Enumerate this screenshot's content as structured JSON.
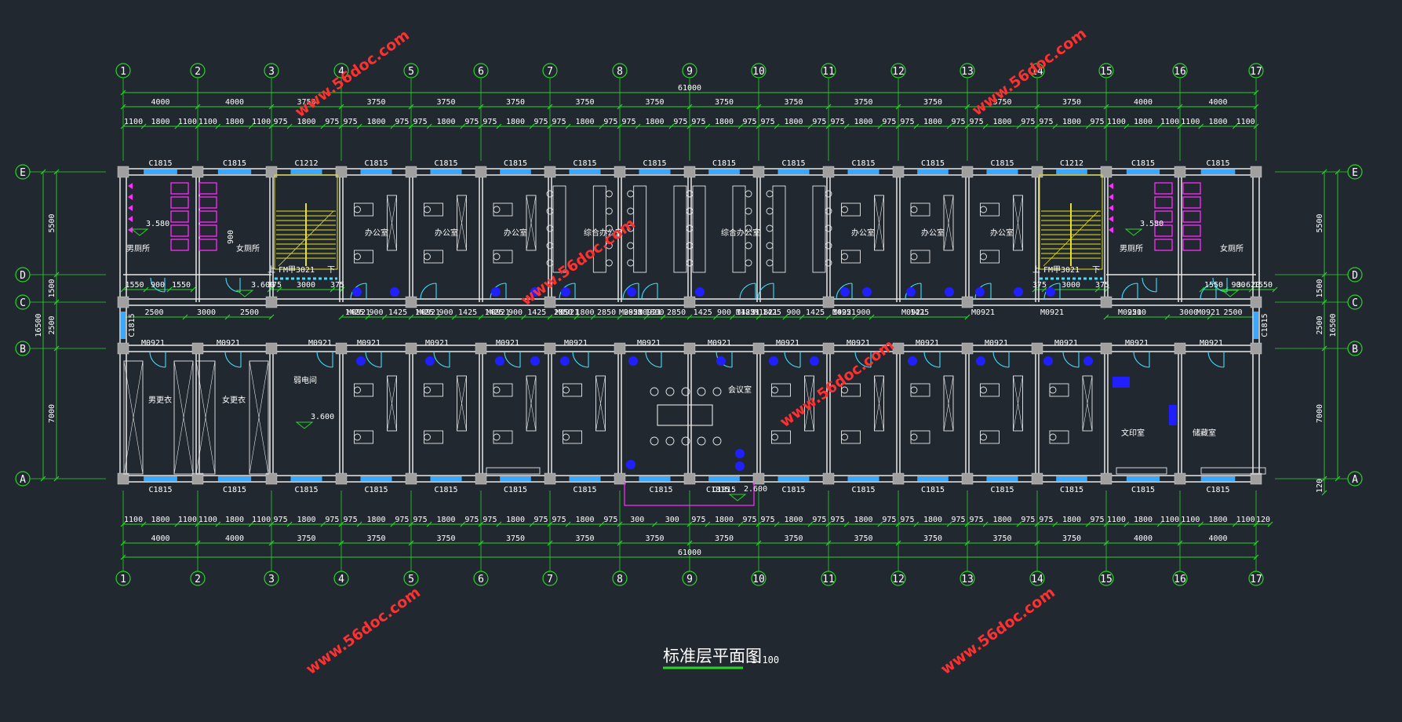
{
  "drawing": {
    "title": "标准层平面图",
    "scale": "1:100",
    "total_length": "61000",
    "total_depth": "16500"
  },
  "column_axes": [
    "1",
    "2",
    "3",
    "4",
    "5",
    "6",
    "7",
    "8",
    "9",
    "10",
    "11",
    "12",
    "13",
    "14",
    "15",
    "16",
    "17"
  ],
  "row_axes": [
    "E",
    "D",
    "C",
    "B",
    "A"
  ],
  "bay_widths": [
    "4000",
    "4000",
    "3750",
    "3750",
    "3750",
    "3750",
    "3750",
    "3750",
    "3750",
    "3750",
    "3750",
    "3750",
    "3750",
    "3750",
    "4000",
    "4000"
  ],
  "bay_widths_bottom": [
    "4000",
    "4000",
    "3750",
    "3750",
    "3750",
    "3750",
    "3750",
    "3750",
    "3750",
    "3750",
    "3750",
    "3750",
    "3750",
    "3750",
    "4000",
    "4000"
  ],
  "row_dims": [
    "5500",
    "1500",
    "2500",
    "7000"
  ],
  "row_dims_right": [
    "5500",
    "1500",
    "2500",
    "7000"
  ],
  "depth_bottom_right": "120",
  "window_segments": [
    [
      "1100",
      "1800",
      "1100"
    ],
    [
      "1100",
      "1800",
      "1100"
    ],
    [
      "975",
      "1800",
      "975"
    ],
    [
      "975",
      "1800",
      "975"
    ],
    [
      "975",
      "1800",
      "975"
    ],
    [
      "975",
      "1800",
      "975"
    ],
    [
      "975",
      "1800",
      "975"
    ],
    [
      "975",
      "1800",
      "975"
    ],
    [
      "975",
      "1800",
      "975"
    ],
    [
      "975",
      "1800",
      "975"
    ],
    [
      "975",
      "1800",
      "975"
    ],
    [
      "975",
      "1800",
      "975"
    ],
    [
      "975",
      "1800",
      "975"
    ],
    [
      "975",
      "1800",
      "975"
    ],
    [
      "1100",
      "1800",
      "1100"
    ],
    [
      "1100",
      "1800",
      "1100"
    ]
  ],
  "window_segments_bottom": [
    [
      "1100",
      "1800",
      "1100"
    ],
    [
      "1100",
      "1800",
      "1100"
    ],
    [
      "975",
      "1800",
      "975"
    ],
    [
      "975",
      "1800",
      "975"
    ],
    [
      "975",
      "1800",
      "975"
    ],
    [
      "975",
      "1800",
      "975"
    ],
    [
      "975",
      "1800",
      "975"
    ],
    [
      "300",
      "300"
    ],
    [
      "975",
      "1800",
      "975"
    ],
    [
      "975",
      "1800",
      "975"
    ],
    [
      "975",
      "1800",
      "975"
    ],
    [
      "975",
      "1800",
      "975"
    ],
    [
      "975",
      "1800",
      "975"
    ],
    [
      "975",
      "1800",
      "975"
    ],
    [
      "1100",
      "1800",
      "1100"
    ],
    [
      "1100",
      "1800",
      "1100"
    ]
  ],
  "bottom_extra": "120",
  "windows_top": [
    "C1815",
    "C1815",
    "C1212",
    "C1815",
    "C1815",
    "C1815",
    "C1815",
    "C1815",
    "C1815",
    "C1815",
    "C1815",
    "C1815",
    "C1815",
    "C1212",
    "C1815",
    "C1815"
  ],
  "windows_bottom": [
    "C1815",
    "C1815",
    "C1815",
    "C1815",
    "C1815",
    "C1815",
    "C1815",
    "C1815",
    "C1815",
    "C1815",
    "C1815",
    "C1815",
    "C1815",
    "C1815",
    "C1815",
    "C1815",
    "C1815"
  ],
  "side_window": "C1815",
  "doors_upper": [
    "M0921",
    "M0921",
    "M0921",
    "M0921",
    "M0921",
    "M0921",
    "M1821",
    "M1821",
    "M0921",
    "M0921",
    "M0921",
    "M0921",
    "M0921",
    "M0921"
  ],
  "doors_lower": [
    "M0921",
    "M0921",
    "M0921",
    "M0921",
    "M0921",
    "M0921",
    "M0921",
    "M0921",
    "M0921",
    "M0921",
    "M0921",
    "M0921",
    "M0921",
    "M0921",
    "M0921",
    "M0921"
  ],
  "fire_doors": [
    "FM甲3021",
    "FM甲3021"
  ],
  "corridor_dims_left": [
    "1550",
    "900",
    "1550"
  ],
  "corridor_dims_right": [
    "1550",
    "900",
    "1550"
  ],
  "corridor_dims_left2": [
    "2500",
    "3000",
    "2500"
  ],
  "corridor_dims_right2": [
    "2500",
    "3000",
    "2500"
  ],
  "corridor_dims_mid": [
    "1425",
    "900",
    "1425",
    "1425",
    "900",
    "1425",
    "1425",
    "900",
    "1425",
    "2850",
    "1800",
    "2850",
    "2850",
    "1800",
    "2850",
    "1425",
    "900",
    "1425",
    "1425",
    "900",
    "1425",
    "1425",
    "900",
    "1425"
  ],
  "stair_dims": [
    "375",
    "3000",
    "375"
  ],
  "stair_labels": [
    "下",
    "上",
    "下"
  ],
  "rooms": {
    "mens_toilet": "男厕所",
    "womens_toilet": "女厕所",
    "office": "办公室",
    "open_office": "综合办公室",
    "mens_locker": "男更衣",
    "womens_locker": "女更衣",
    "electrical_room": "弱电间",
    "meeting_room": "会议室",
    "archive_room": "文印室",
    "storage_room": "储藏室"
  },
  "elevations": [
    "3.580",
    "3.600",
    "3.580",
    "3.620",
    "3.600",
    "2.600"
  ],
  "small_dims": [
    "900"
  ],
  "watermark": "www.56doc.com",
  "colors": {
    "background": "#212830",
    "dimension": "#28d428",
    "wall": "#e8e8e8",
    "window": "#3aa8ff",
    "door": "#40e0ff",
    "fixture": "#ff2cff",
    "stair": "#e8e020",
    "watermark": "#ff3030",
    "furniture_blue": "#2020ff"
  }
}
